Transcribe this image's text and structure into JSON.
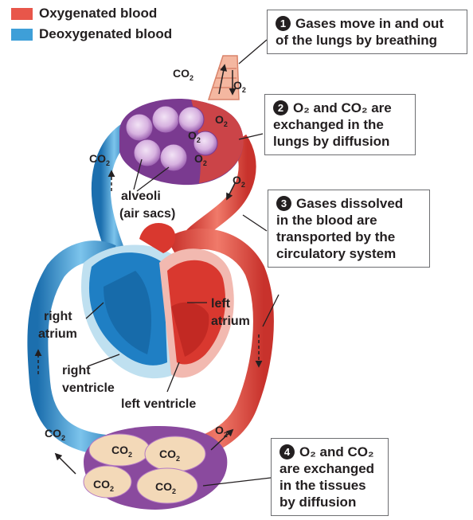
{
  "legend": [
    {
      "label": "Oxygenated blood",
      "color": "#e8564a"
    },
    {
      "label": "Deoxygenated blood",
      "color": "#3e9fd8"
    }
  ],
  "steps": [
    {
      "number": "1",
      "lines": [
        "Gases move in and out",
        "of the lungs by breathing"
      ]
    },
    {
      "number": "2",
      "lines": [
        "O₂ and CO₂ are",
        "exchanged in the",
        "lungs by diffusion"
      ]
    },
    {
      "number": "3",
      "lines": [
        "Gases dissolved",
        "in the blood are",
        "transported by the",
        "circulatory system"
      ]
    },
    {
      "number": "4",
      "lines": [
        "O₂ and CO₂",
        "are exchanged",
        "in the tissues",
        "by diffusion"
      ]
    }
  ],
  "labels": {
    "alveoli": "alveoli",
    "air_sacs": "(air sacs)",
    "right_atrium_1": "right",
    "right_atrium_2": "atrium",
    "left_atrium_1": "left",
    "left_atrium_2": "atrium",
    "right_ventricle_1": "right",
    "right_ventricle_2": "ventricle",
    "left_ventricle": "left ventricle"
  },
  "gases": {
    "co2_top": "CO₂",
    "o2_top": "O₂",
    "o2_lung_1": "O₂",
    "o2_lung_2": "O₂",
    "o2_lung_3": "O₂",
    "co2_lung": "CO₂",
    "o2_vessel": "O₂",
    "o2_tissue": "O₂",
    "co2_tissue_out": "CO₂",
    "co2_tissue_1": "CO₂",
    "co2_tissue_2": "CO₂",
    "co2_tissue_3": "CO₂",
    "co2_tissue_4": "CO₂"
  },
  "colors": {
    "oxygenated": "#e8564a",
    "deoxygenated": "#3e9fd8",
    "alveoli": "#9b5fb0",
    "tissue": "#f3d9b8"
  }
}
